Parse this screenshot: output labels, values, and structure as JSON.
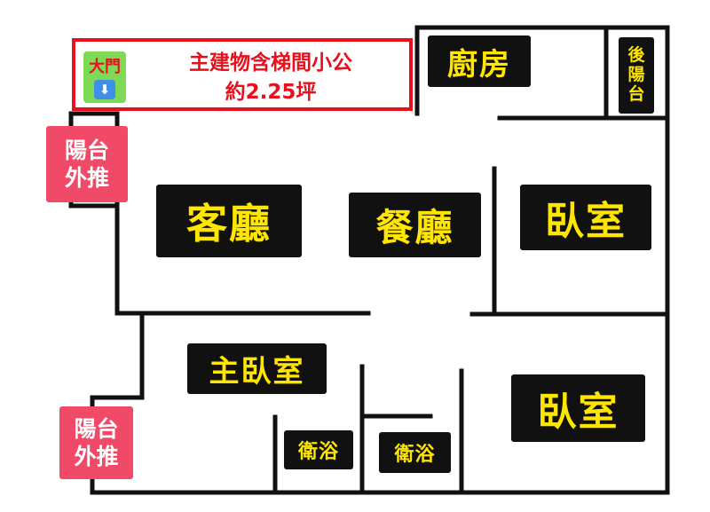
{
  "entrance": {
    "door_label": "大門",
    "arrow_icon": "down-arrow-icon",
    "title": "主建物含梯間小公",
    "area": "約2.25坪",
    "border_color": "#e8101c",
    "tag_color": "#7ed957"
  },
  "rooms": {
    "kitchen": "廚房",
    "back_balcony_chars": [
      "後",
      "陽",
      "台"
    ],
    "living_room": "客廳",
    "dining_room": "餐廳",
    "bedroom_upper": "臥室",
    "master_bedroom": "主臥室",
    "bathroom_1": "衛浴",
    "bathroom_2": "衛浴",
    "bedroom_lower": "臥室"
  },
  "balconies": {
    "upper": [
      "陽台",
      "外推"
    ],
    "lower": [
      "陽台",
      "外推"
    ],
    "color": "#f04a68"
  },
  "colors": {
    "label_bg": "#111111",
    "label_text": "#ffe600",
    "walls": "#111111"
  }
}
